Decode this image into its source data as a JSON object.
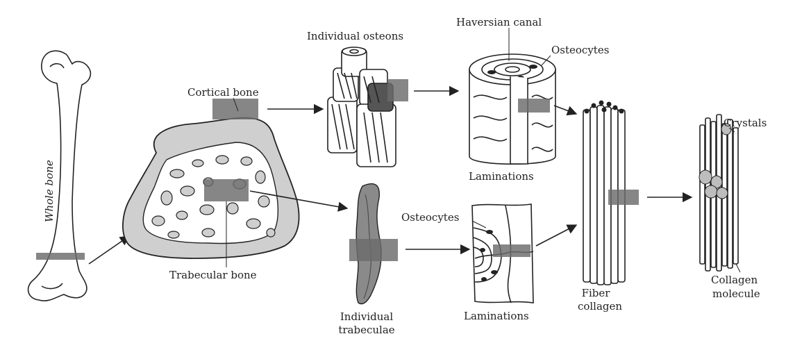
{
  "labels": {
    "whole_bone": "Whole bone",
    "cortical_bone": "Cortical bone",
    "trabecular_bone": "Trabecular bone",
    "individual_osteons": "Individual osteons",
    "haversian_canal": "Haversian canal",
    "osteocytes_top": "Osteocytes",
    "laminations_top": "Laminations",
    "individual_trabeculae_1": "Individual",
    "individual_trabeculae_2": "trabeculae",
    "osteocytes_bottom": "Osteocytes",
    "laminations_bottom": "Laminations",
    "fiber_collagen_1": "Fiber",
    "fiber_collagen_2": "collagen",
    "crystals": "Crystals",
    "collagen_molecule_1": "Collagen",
    "collagen_molecule_2": "molecule"
  },
  "colors": {
    "ink": "#222222",
    "highlight": "#6b6b6b",
    "cross_section_fill": "#cfcfcf",
    "trabecula_fill": "#8a8a8a"
  }
}
